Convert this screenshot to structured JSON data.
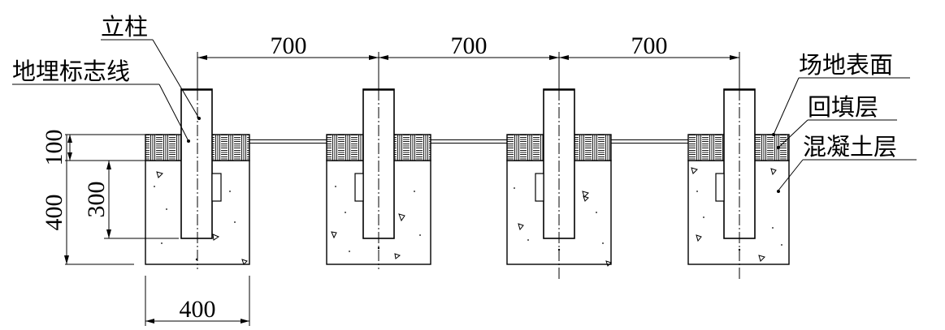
{
  "labels": {
    "post": "立柱",
    "marker_line": "地埋标志线",
    "ground_surface": "场地表面",
    "backfill_layer": "回填层",
    "concrete_layer": "混凝土层"
  },
  "dimensions": {
    "spacing_1": "700",
    "spacing_2": "700",
    "spacing_3": "700",
    "backfill_depth": "100",
    "foundation_depth": "400",
    "post_embed_depth": "300",
    "foundation_width": "400"
  },
  "colors": {
    "line": "#000000",
    "background": "#ffffff"
  }
}
